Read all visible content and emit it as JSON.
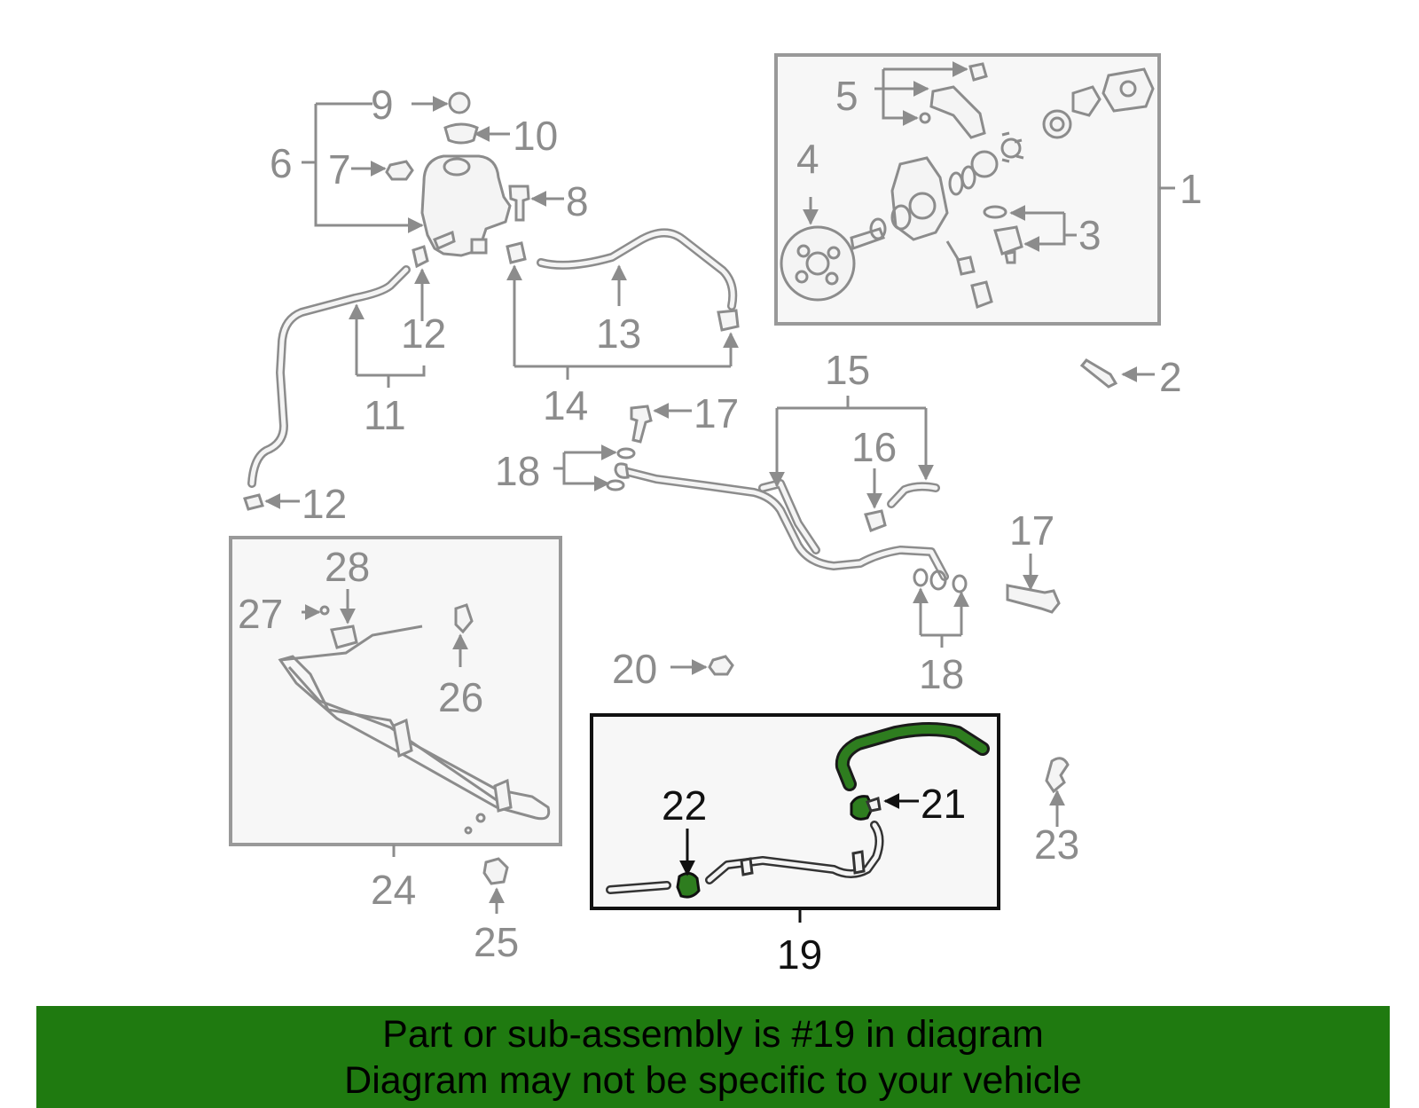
{
  "diagram": {
    "callouts": [
      "1",
      "2",
      "3",
      "4",
      "5",
      "6",
      "7",
      "8",
      "9",
      "10",
      "11",
      "12",
      "12",
      "13",
      "14",
      "15",
      "16",
      "17",
      "17",
      "18",
      "18",
      "19",
      "20",
      "21",
      "22",
      "23",
      "24",
      "25",
      "26",
      "27",
      "28"
    ],
    "highlighted_part": "19"
  },
  "banner": {
    "line1": "Part or sub-assembly is #19 in diagram",
    "line2": "Diagram may not be specific to your vehicle"
  },
  "colors": {
    "banner_bg": "#1f7a10",
    "highlight": "#2e7d1f",
    "outline_gray": "#8c8c8c",
    "active_black": "#111111"
  }
}
